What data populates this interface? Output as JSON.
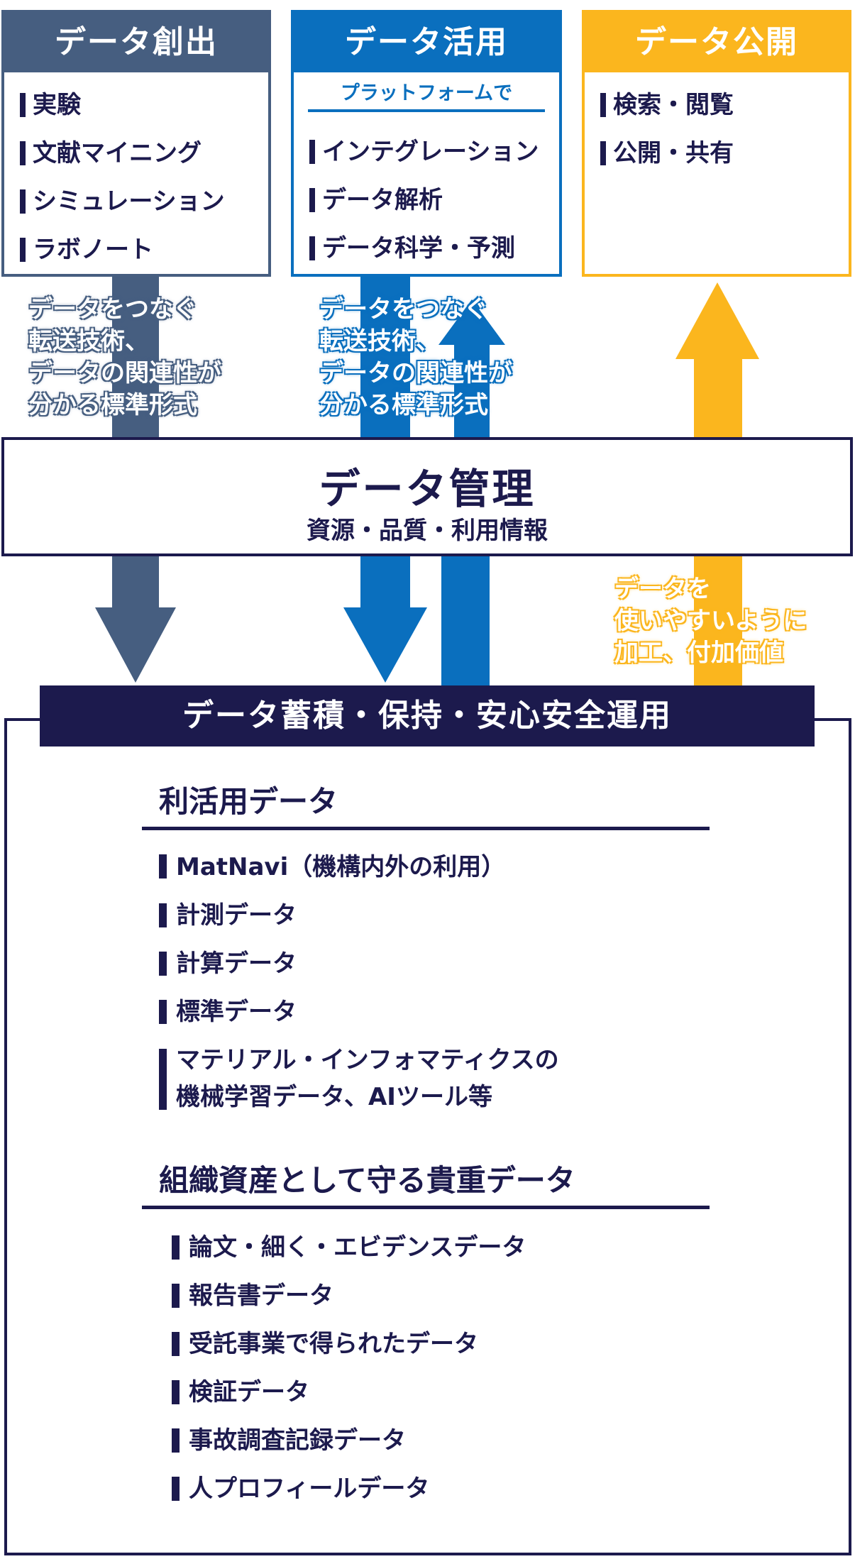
{
  "colors": {
    "navy": "#1c1a4d",
    "slate": "#465e80",
    "blue": "#0a6fbe",
    "gold": "#fbb61e"
  },
  "creation": {
    "title": "データ創出",
    "items": [
      "実験",
      "文献マイニング",
      "シミュレーション",
      "ラボノート"
    ]
  },
  "utilization": {
    "title": "データ活用",
    "subhead": "プラットフォームで",
    "items": [
      "インテグレーション",
      "データ解析",
      "データ科学・予測"
    ]
  },
  "publication": {
    "title": "データ公開",
    "items": [
      "検索・閲覧",
      "公開・共有"
    ]
  },
  "caption_left": [
    "データをつなぐ",
    "転送技術、",
    "データの関連性が",
    "分かる標準形式"
  ],
  "caption_middle": [
    "データをつなぐ",
    "転送技術、",
    "データの関連性が",
    "分かる標準形式"
  ],
  "caption_right": [
    "データを",
    "使いやすいように",
    "加工、付加価値"
  ],
  "management": {
    "title": "データ管理",
    "subtitle": "資源・品質・利用情報"
  },
  "storage": {
    "banner": "データ蓄積・保持・安心安全運用",
    "section1": {
      "title": "利活用データ",
      "items": [
        [
          "MatNavi（機構内外の利用）"
        ],
        [
          "計測データ"
        ],
        [
          "計算データ"
        ],
        [
          "標準データ"
        ],
        [
          "マテリアル・インフォマティクスの",
          "機械学習データ、AIツール等"
        ]
      ]
    },
    "section2": {
      "title": "組織資産として守る貴重データ",
      "items": [
        "論文・細く・エビデンスデータ",
        "報告書データ",
        "受託事業で得られたデータ",
        "検証データ",
        "事故調査記録データ",
        "人プロフィールデータ"
      ]
    }
  }
}
